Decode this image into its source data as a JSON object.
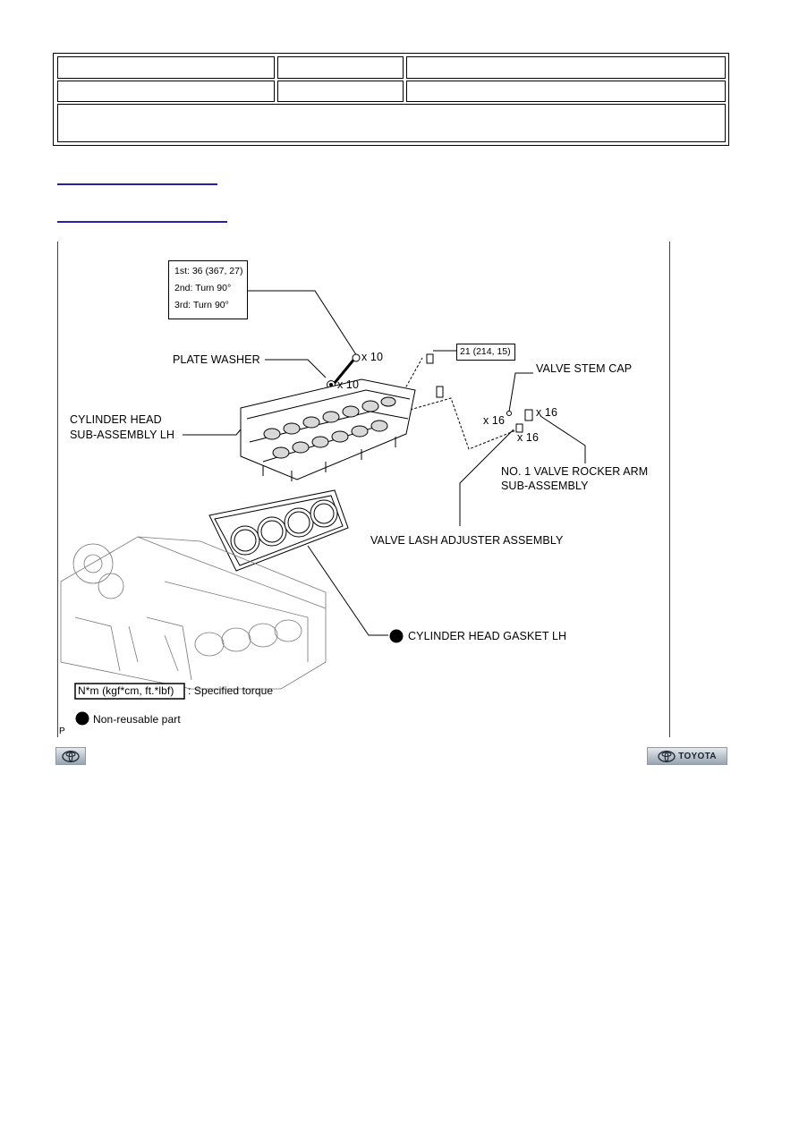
{
  "header_table": {
    "rows": [
      [
        "",
        "",
        ""
      ],
      [
        "",
        "",
        ""
      ],
      [
        ""
      ]
    ]
  },
  "links": [
    "",
    ""
  ],
  "diagram": {
    "torque_steps": [
      "1st: 36 (367, 27)",
      "2nd: Turn 90°",
      "3rd: Turn 90°"
    ],
    "small_bolt_torque": "21 (214, 15)",
    "labels": {
      "plate_washer": "PLATE WASHER",
      "cylinder_head_1": "CYLINDER HEAD",
      "cylinder_head_2": "SUB-ASSEMBLY LH",
      "valve_stem_cap": "VALVE STEM CAP",
      "rocker_arm_1": "NO. 1 VALVE ROCKER ARM",
      "rocker_arm_2": "SUB-ASSEMBLY",
      "lash_adjuster": "VALVE LASH ADJUSTER ASSEMBLY",
      "gasket": "CYLINDER HEAD GASKET LH"
    },
    "quantities": {
      "bolt": "x 10",
      "washer": "x 10",
      "stem_cap": "x 16",
      "rocker_arm": "x 16",
      "lash_adjuster": "x 16"
    },
    "legend": {
      "torque_unit": "N*m (kgf*cm, ft.*lbf)",
      "torque_desc": ": Specified torque",
      "nonreusable": "Non-reusable part"
    },
    "corner_mark": "P"
  },
  "nav": {
    "right_label": "TOYOTA"
  }
}
